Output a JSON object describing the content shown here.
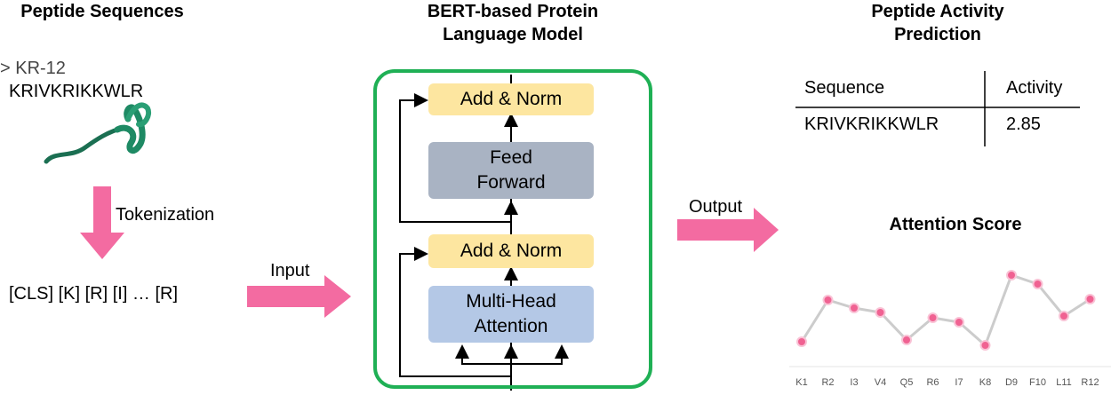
{
  "left": {
    "title": "Peptide Sequences",
    "peptide_name": "> KR-12",
    "peptide_seq": "KRIVKRIKKWLR",
    "step_label": "Tokenization",
    "tokens": "[CLS] [K] [R] [I] … [R]",
    "input_label": "Input"
  },
  "model": {
    "title_line1": "BERT-based Protein",
    "title_line2": "Language Model",
    "add_norm_top": "Add & Norm",
    "feed_forward_line1": "Feed",
    "feed_forward_line2": "Forward",
    "add_norm_bottom": "Add & Norm",
    "attention_line1": "Multi-Head",
    "attention_line2": "Attention",
    "frame_color": "#1fb055"
  },
  "output_label": "Output",
  "right": {
    "title_line1": "Peptide Activity",
    "title_line2": "Prediction",
    "table": {
      "headers": [
        "Sequence",
        "Activity"
      ],
      "rows": [
        [
          "KRIVKRIKKWLR",
          "2.85"
        ]
      ]
    },
    "attention_title": "Attention Score"
  },
  "chart_data": {
    "type": "line",
    "title": "Attention Score",
    "categories": [
      "K1",
      "R2",
      "I3",
      "V4",
      "Q5",
      "R6",
      "I7",
      "K8",
      "D9",
      "F10",
      "L11",
      "R12"
    ],
    "values": [
      0.15,
      0.62,
      0.53,
      0.48,
      0.17,
      0.42,
      0.37,
      0.11,
      0.9,
      0.8,
      0.44,
      0.63
    ],
    "ylim": [
      0,
      1
    ],
    "line_color": "#cccccc",
    "marker_color": "#f06292",
    "grid": false,
    "legend": false
  },
  "colors": {
    "arrow": "#f36ba1",
    "accent_green": "#1fb055"
  }
}
